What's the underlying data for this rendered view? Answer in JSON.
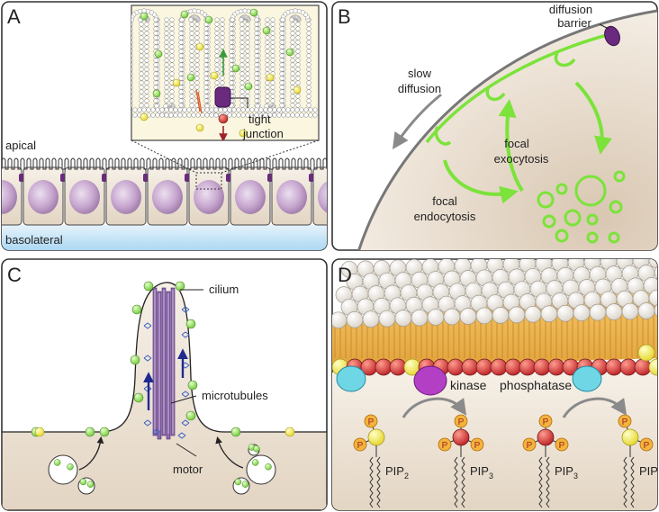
{
  "figure": {
    "panels": [
      {
        "letter": "A"
      },
      {
        "letter": "B"
      },
      {
        "letter": "C"
      },
      {
        "letter": "D"
      }
    ]
  },
  "panel_a": {
    "apical": "apical",
    "basolateral": "basolateral",
    "tight_junction_line1": "tight",
    "tight_junction_line2": "junction"
  },
  "panel_b": {
    "diffusion_barrier_line1": "diffusion",
    "diffusion_barrier_line2": "barrier",
    "slow_diffusion_line1": "slow",
    "slow_diffusion_line2": "diffusion",
    "focal_exocytosis_line1": "focal",
    "focal_exocytosis_line2": "exocytosis",
    "focal_endocytosis_line1": "focal",
    "focal_endocytosis_line2": "endocytosis"
  },
  "panel_c": {
    "cilium": "cilium",
    "microtubules": "microtubules",
    "motor": "motor"
  },
  "panel_d": {
    "kinase": "kinase",
    "phosphatase": "phosphatase",
    "pip_base": "PIP",
    "sub2": "2",
    "sub3": "3",
    "phosphate": "P"
  },
  "colors": {
    "cell_fill": "#efe6d8",
    "nucleus": "#c7a7cf",
    "junction": "#6a2a7e",
    "lipid_green": "#9be35b",
    "lipid_yellow": "#f2e85c",
    "basolateral_blue": "#bfe0f5",
    "arrow_green": "#7be33a",
    "kinase": "#b33fc4",
    "phosphatase": "#6fd6e6",
    "pip3_red": "#d9383a"
  }
}
